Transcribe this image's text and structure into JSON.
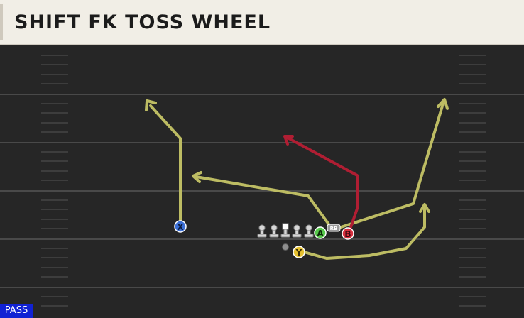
{
  "play": {
    "title": "SHIFT FK TOSS WHEEL",
    "mode": "PASS"
  },
  "players": {
    "x": {
      "label": "X",
      "color": "#3b6fd6"
    },
    "a": {
      "label": "A",
      "color": "#56c84a"
    },
    "b": {
      "label": "B",
      "color": "#d9303f"
    },
    "y": {
      "label": "Y",
      "color": "#e6c12f"
    },
    "rb_tag": {
      "label": "RB"
    }
  },
  "colors": {
    "route_primary": "#bdbc63",
    "route_highlight": "#b01e33",
    "field": "#262626",
    "yard_line": "#4a4a4a",
    "mode_badge": "#1122d4"
  }
}
